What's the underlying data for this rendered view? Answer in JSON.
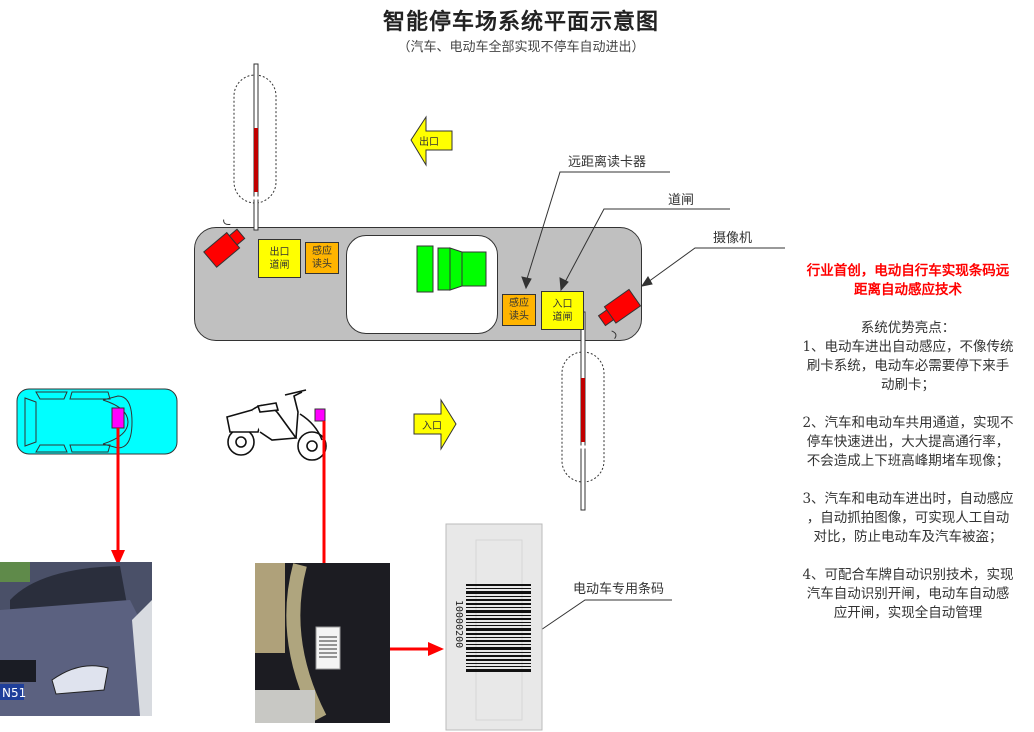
{
  "header": {
    "title": "智能停车场系统平面示意图",
    "subtitle": "（汽车、电动车全部实现不停车自动进出）"
  },
  "lane": {
    "exit_gate_label": "出口\n道闸",
    "exit_gate_line1": "出口",
    "exit_gate_line2": "道闸",
    "exit_reader_line1": "感应",
    "exit_reader_line2": "读头",
    "entry_reader_line1": "感应",
    "entry_reader_line2": "读头",
    "entry_gate_line1": "入口",
    "entry_gate_line2": "道闸"
  },
  "arrows": {
    "exit_label": "出口",
    "entry_label": "入口"
  },
  "callouts": {
    "reader": "远距离读卡器",
    "gate": "道闸",
    "camera": "摄像机",
    "barcode": "电动车专用条码"
  },
  "barcode": {
    "number": "10000200"
  },
  "photos": {
    "car_plate_fragment": "N51"
  },
  "sidebar": {
    "headline": "行业首创，电动自行车实现条码远距离自动感应技术",
    "headline_line1": "行业首创，电动自行车实现条码远",
    "headline_line2": "距离自动感应技术",
    "advantages_title": "系统优势亮点：",
    "points": [
      {
        "lines": [
          "1、电动车进出自动感应，不像传统",
          "刷卡系统，电动车必需要停下来手",
          "动刷卡；"
        ]
      },
      {
        "lines": [
          "2、汽车和电动车共用通道，实现不",
          "停车快速进出，大大提高通行率，",
          "不会造成上下班高峰期堵车现像；"
        ]
      },
      {
        "lines": [
          "3、汽车和电动车进出时，自动感应",
          "，自动抓拍图像，可实现人工自动",
          "对比，防止电动车及汽车被盗；"
        ]
      },
      {
        "lines": [
          "4、可配合车牌自动识别技术，实现",
          "汽车自动识别开闸，电动车自动感",
          "应开闸，实现全自动管理"
        ]
      }
    ]
  },
  "colors": {
    "gate": "#ffff00",
    "reader": "#ffb400",
    "camera": "#ff0000",
    "car": "#00ffff",
    "tag": "#ff00ff",
    "kiosk": "#00ff00",
    "lane": "#c0c0c0",
    "headline": "#ff0000",
    "arrow": "#ff0000"
  }
}
